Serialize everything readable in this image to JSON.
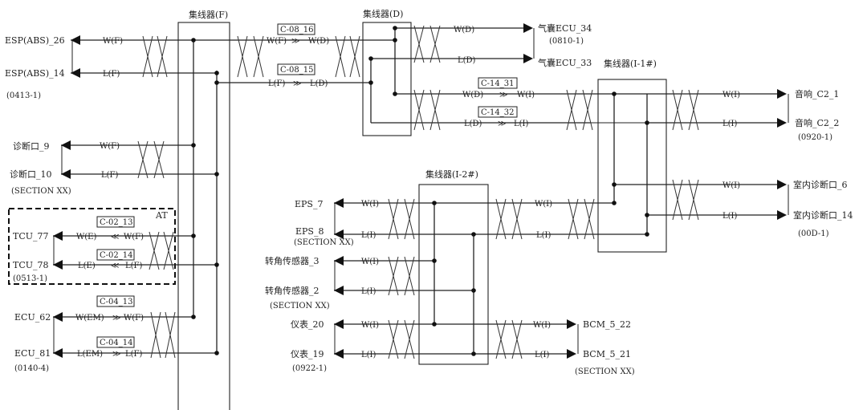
{
  "hubs": {
    "f": "集线器(F)",
    "d": "集线器(D)",
    "i1": "集线器(I-1#)",
    "i2": "集线器(I-2#)"
  },
  "nodes": {
    "esp26": "ESP(ABS)_26",
    "esp14": "ESP(ABS)_14",
    "esp_code": "(0413-1)",
    "diag9": "诊断口_9",
    "diag10": "诊断口_10",
    "diag_code": "(SECTION XX)",
    "tcu77": "TCU_77",
    "tcu78": "TCU_78",
    "tcu_code": "(0513-1)",
    "at": "AT",
    "ecu62": "ECU_62",
    "ecu81": "ECU_81",
    "ecu_code": "(0140-4)",
    "airbag34": "气囊ECU_34",
    "airbag_code": "(0810-1)",
    "airbag33": "气囊ECU_33",
    "audio1": "音响_C2_1",
    "audio2": "音响_C2_2",
    "audio_code": "(0920-1)",
    "indiag6": "室内诊断口_6",
    "indiag14": "室内诊断口_14",
    "indiag_code": "(00D-1)",
    "eps7": "EPS_7",
    "eps8": "EPS_8",
    "eps_code": "(SECTION XX)",
    "steer3": "转角传感器_3",
    "steer2": "转角传感器_2",
    "steer_code": "(SECTION XX)",
    "meter20": "仪表_20",
    "meter19": "仪表_19",
    "meter_code": "(0922-1)",
    "bcm22": "BCM_5_22",
    "bcm21": "BCM_5_21",
    "bcm_code": "(SECTION XX)"
  },
  "connectors": {
    "c0816": "C-08_16",
    "c0815": "C-08_15",
    "c1431": "C-14_31",
    "c1432": "C-14_32",
    "c0213": "C-02_13",
    "c0214": "C-02_14",
    "c0413": "C-04_13",
    "c0414": "C-04_14"
  },
  "signals": {
    "wf": "W(F)",
    "lf": "L(F)",
    "wd": "W(D)",
    "ld": "L(D)",
    "wi": "W(I)",
    "li": "L(I)",
    "we": "W(E)",
    "le": "L(E)",
    "wem": "W(EM)",
    "lem": "L(EM)"
  }
}
